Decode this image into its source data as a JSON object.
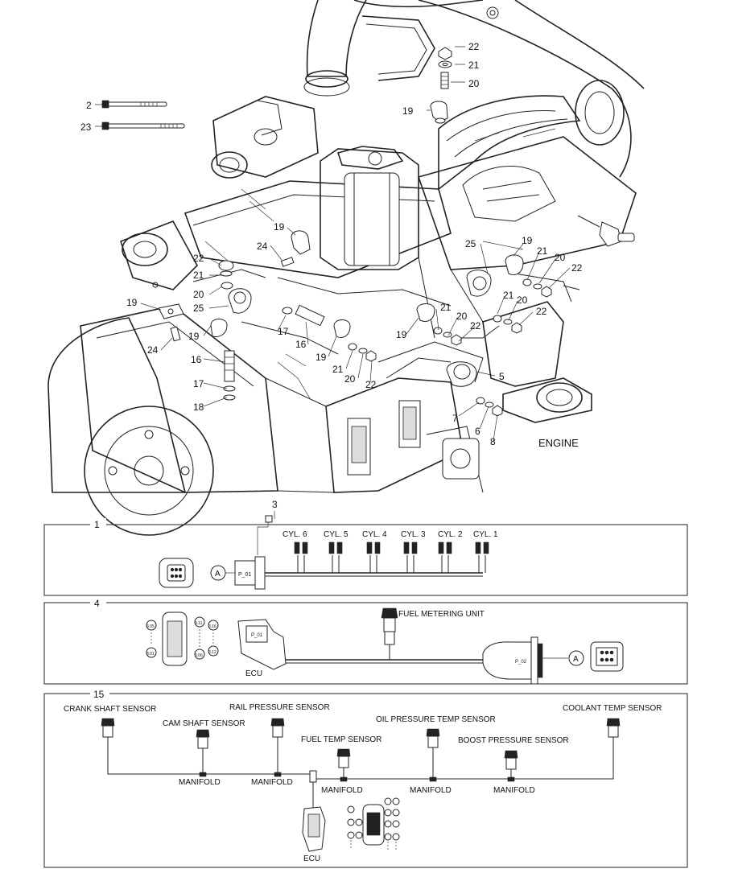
{
  "engine_label": "ENGINE",
  "callouts": {
    "c2": "2",
    "c23": "23",
    "c22a": "22",
    "c21a": "21",
    "c20a": "20",
    "c19a": "19",
    "c19b": "19",
    "c24a": "24",
    "c22b": "22",
    "c21b": "21",
    "c20b": "20",
    "c25a": "25",
    "c19c": "19",
    "c19d": "19",
    "c24b": "24",
    "c16a": "16",
    "c17a": "17",
    "c18": "18",
    "c17b": "17",
    "c16b": "16",
    "c19e": "19",
    "c21c": "21",
    "c20c": "20",
    "c22c": "22",
    "c19f": "19",
    "c21d": "21",
    "c20d": "20",
    "c22d": "22",
    "c25b": "25",
    "c19g": "19",
    "c21e": "21",
    "c20e": "20",
    "c22e": "22",
    "c21f": "21",
    "c20f": "20",
    "c22f": "22",
    "c5": "5",
    "c7": "7",
    "c6": "6",
    "c8": "8",
    "c3": "3"
  },
  "box1": {
    "number": "1",
    "connector_a": "A",
    "connector_label": "P_01",
    "cylinders": [
      "CYL. 6",
      "CYL. 5",
      "CYL. 4",
      "CYL. 3",
      "CYL. 2",
      "CYL. 1"
    ]
  },
  "box4": {
    "number": "4",
    "fuel_metering_unit": "FUEL METERING UNIT",
    "ecu": "ECU",
    "connector_a": "A",
    "p01": "P_01",
    "p02": "P_02",
    "pins_left_top": "3.05",
    "pins_left_bottom": "3.01",
    "pins_right_top_a": "3.11",
    "pins_right_top_b": "3.16",
    "pins_right_bottom_a": "3.06",
    "pins_right_bottom_b": "3.12"
  },
  "box15": {
    "number": "15",
    "crank_shaft_sensor": "CRANK SHAFT SENSOR",
    "cam_shaft_sensor": "CAM SHAFT SENSOR",
    "rail_pressure_sensor": "RAIL PRESSURE SENSOR",
    "fuel_temp_sensor": "FUEL TEMP SENSOR",
    "oil_pressure_temp_sensor": "OIL PRESSURE TEMP SENSOR",
    "boost_pressure_sensor": "BOOST PRESSURE SENSOR",
    "coolant_temp_sensor": "COOLANT TEMP SENSOR",
    "manifold_1": "MANIFOLD",
    "manifold_2": "MANIFOLD",
    "manifold_3": "MANIFOLD",
    "manifold_4": "MANIFOLD",
    "manifold_5": "MANIFOLD",
    "ecu": "ECU"
  }
}
